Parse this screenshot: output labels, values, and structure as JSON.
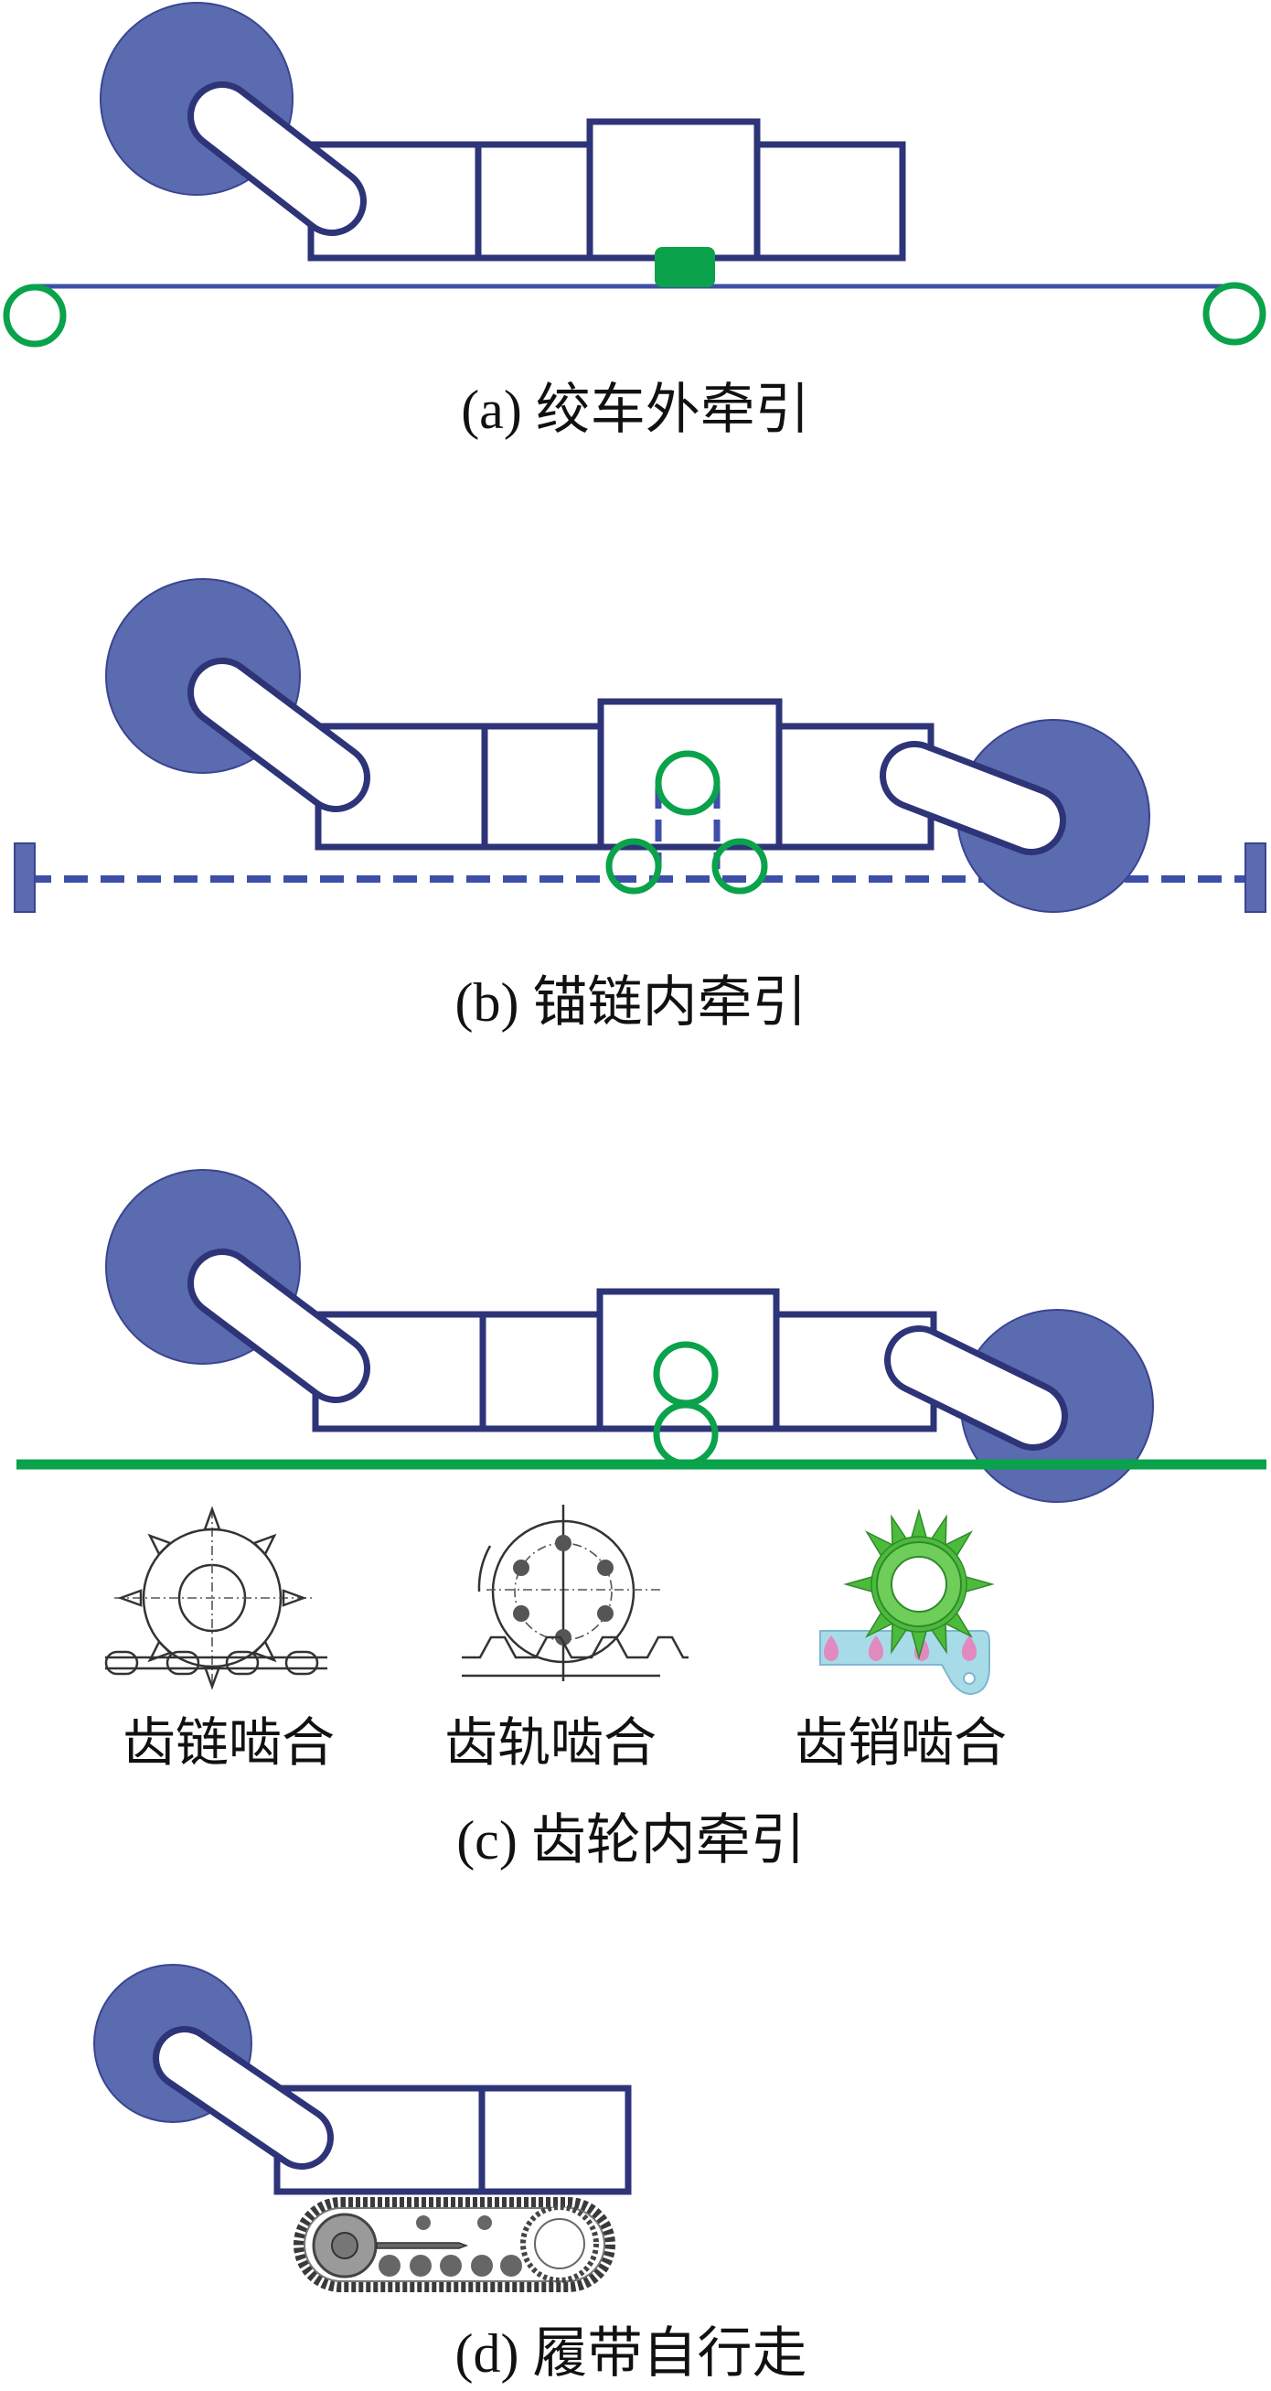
{
  "figure": {
    "panels": [
      {
        "id": "a",
        "caption": "(a) 绞车外牵引"
      },
      {
        "id": "b",
        "caption": "(b) 锚链内牵引"
      },
      {
        "id": "c",
        "caption": "(c) 齿轮内牵引",
        "sub_labels": [
          "齿链啮合",
          "齿轨啮合",
          "齿销啮合"
        ]
      },
      {
        "id": "d",
        "caption": "(d) 履带自行走"
      }
    ],
    "colors": {
      "frame": "#2e3478",
      "drum": "#5a6bb0",
      "guide": "#0aa24a",
      "rail": "#3d4fa8",
      "pin_gear": "#4cbb3c",
      "pin_bar": "#a8dbe8",
      "pin": "#e08ac0"
    }
  }
}
